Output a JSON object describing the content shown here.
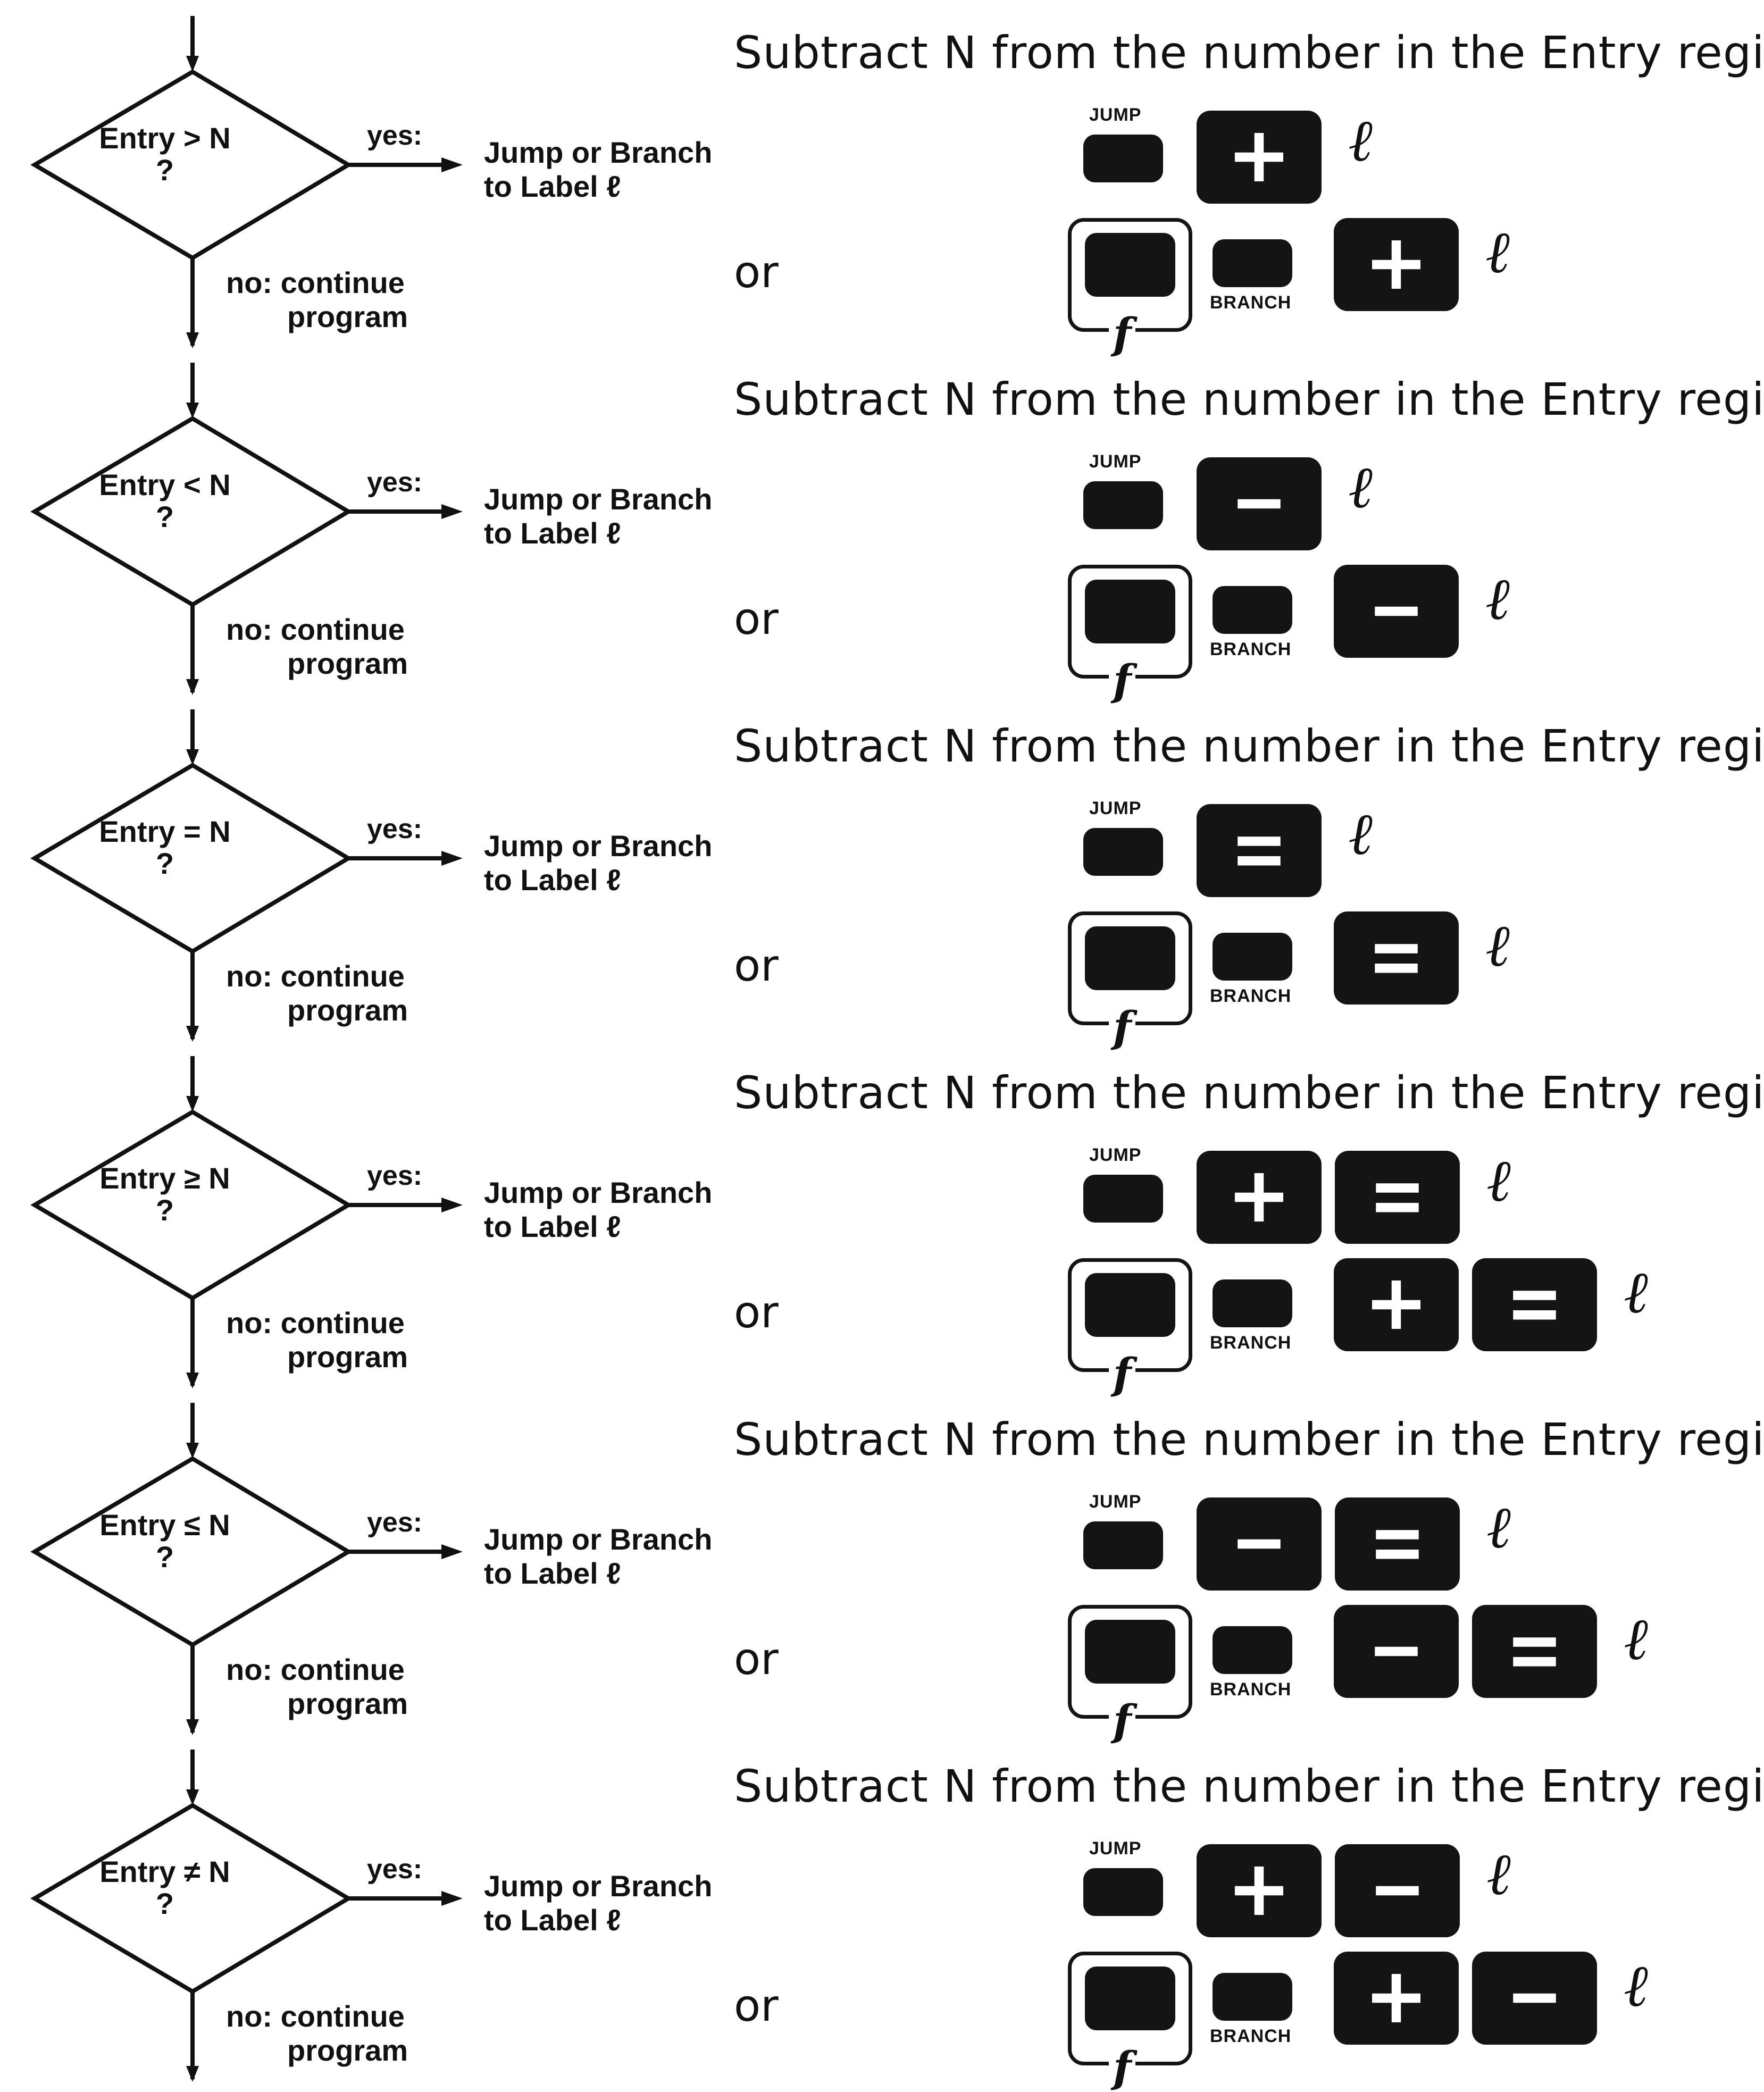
{
  "instruction": "Subtract N from the number in the Entry register",
  "or_label": "or",
  "yes_label": "yes:",
  "target_label": "Jump or Branch\nto Label ℓ",
  "no_line1": "no: continue",
  "no_line2": "program",
  "jump_key_label": "JUMP",
  "branch_key_label": "BRANCH",
  "f_key_label": "f",
  "label_symbol": "ℓ",
  "rows": [
    {
      "condition": "Entry > N",
      "question": "?",
      "keys": [
        "+"
      ]
    },
    {
      "condition": "Entry < N",
      "question": "?",
      "keys": [
        "−"
      ]
    },
    {
      "condition": "Entry = N",
      "question": "?",
      "keys": [
        "="
      ]
    },
    {
      "condition": "Entry ≥ N",
      "question": "?",
      "keys": [
        "+",
        "="
      ]
    },
    {
      "condition": "Entry ≤ N",
      "question": "?",
      "keys": [
        "−",
        "="
      ]
    },
    {
      "condition": "Entry ≠ N",
      "question": "?",
      "keys": [
        "+",
        "−"
      ]
    }
  ]
}
